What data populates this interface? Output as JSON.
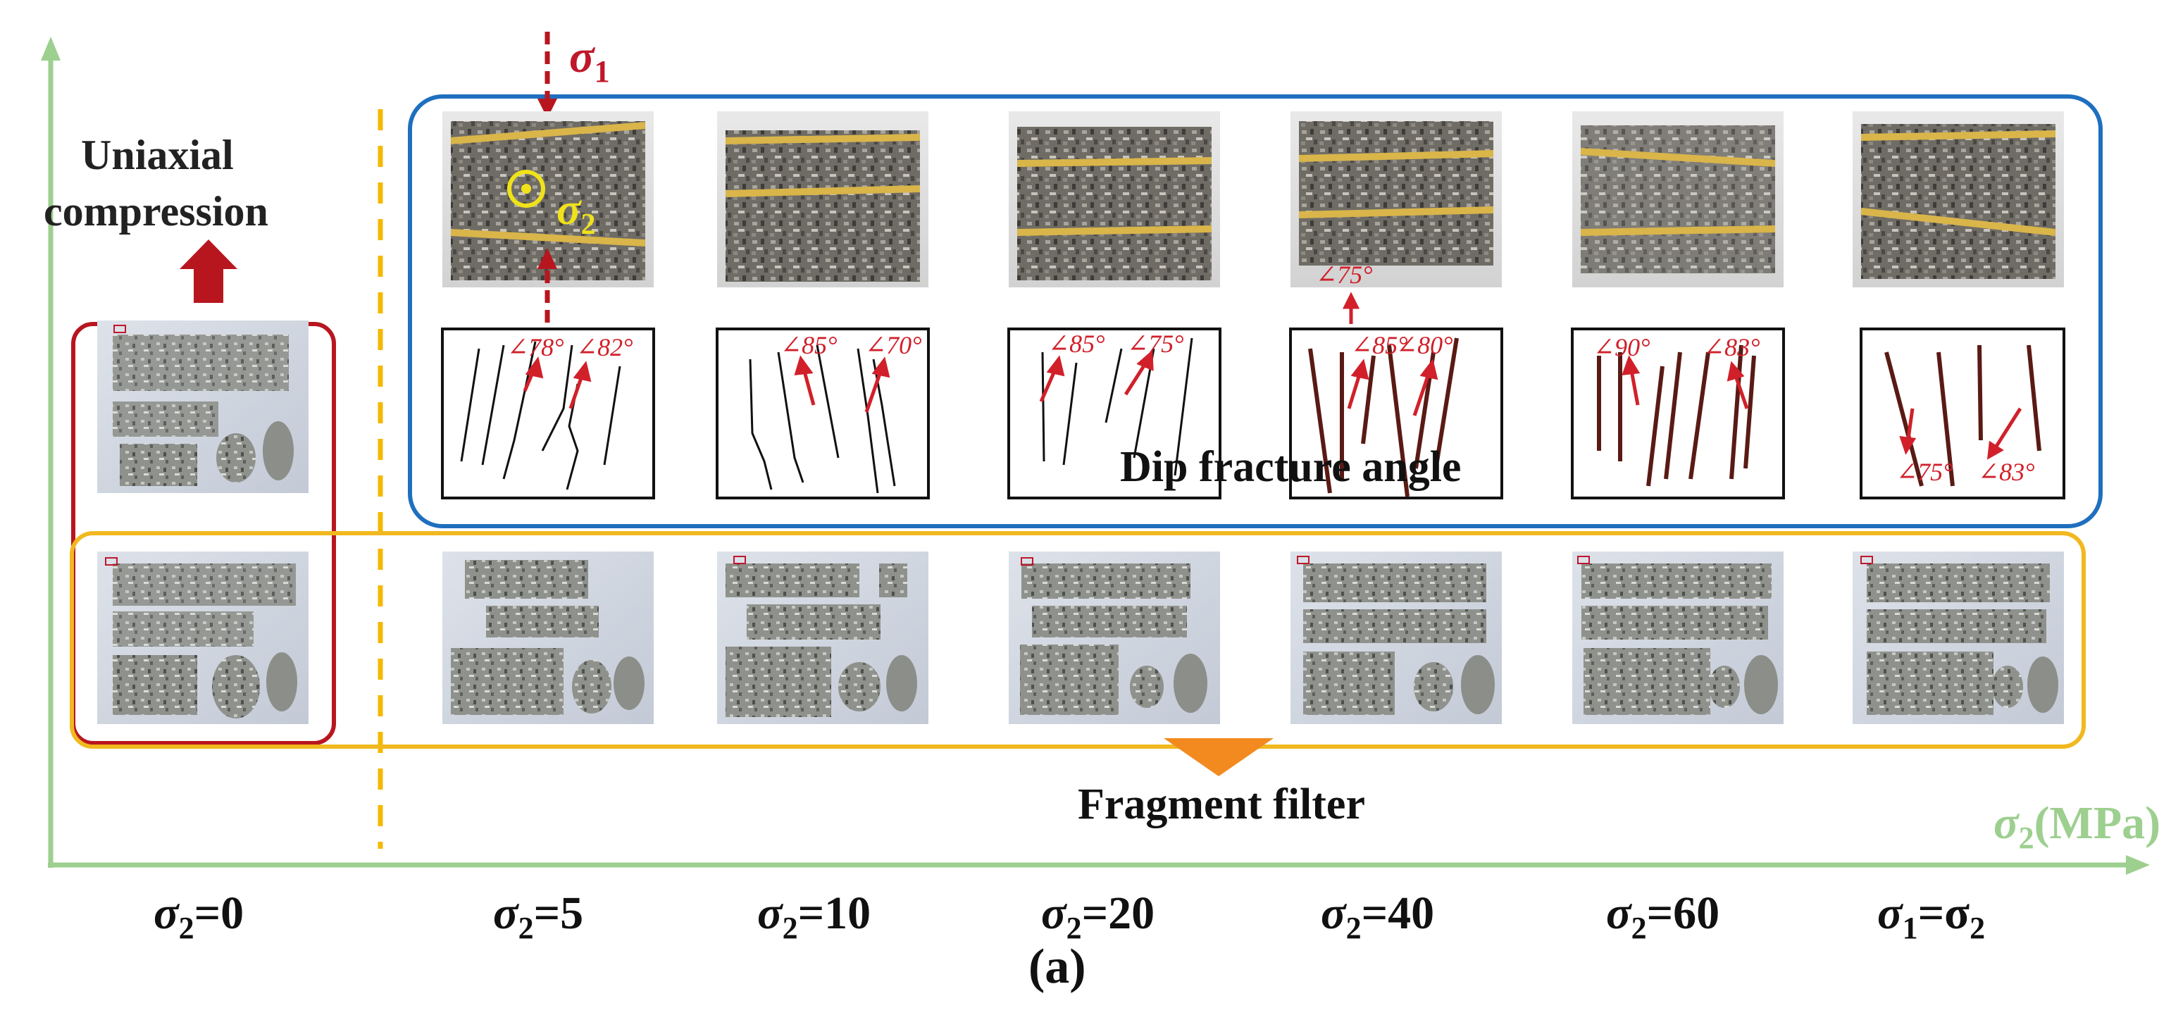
{
  "labels": {
    "uniaxial_line1": "Uniaxial",
    "uniaxial_line2": "compression",
    "dip_fracture": "Dip fracture angle",
    "fragment_filter": "Fragment filter",
    "axis_label": "σ2(MPa)",
    "sigma1_sym": "σ",
    "sigma1_sub": "1",
    "sigma2_sym": "σ",
    "sigma2_sub": "2",
    "subfigure": "(a)"
  },
  "columns": [
    {
      "id": "c0",
      "cap_sym": "σ",
      "cap_sub": "2",
      "cap_rest": "=0"
    },
    {
      "id": "c5",
      "cap_sym": "σ",
      "cap_sub": "2",
      "cap_rest": "=5",
      "angles": [
        "78°",
        "82°"
      ]
    },
    {
      "id": "c10",
      "cap_sym": "σ",
      "cap_sub": "2",
      "cap_rest": "=10",
      "angles": [
        "85°",
        "70°"
      ]
    },
    {
      "id": "c20",
      "cap_sym": "σ",
      "cap_sub": "2",
      "cap_rest": "=20",
      "angles": [
        "85°",
        "75°"
      ]
    },
    {
      "id": "c40",
      "cap_sym": "σ",
      "cap_sub": "2",
      "cap_rest": "=40",
      "angles": [
        "75°",
        "85°",
        "80°"
      ]
    },
    {
      "id": "c60",
      "cap_sym": "σ",
      "cap_sub": "2",
      "cap_rest": "=60",
      "angles": [
        "90°",
        "83°"
      ]
    },
    {
      "id": "ceq",
      "cap_sym": "σ",
      "cap_sub": "1",
      "cap_rest": "=σ",
      "cap_sub2": "2",
      "angles": [
        "75°",
        "83°"
      ]
    }
  ],
  "colors": {
    "axis": "#9dcf8f",
    "red_frame": "#b8161f",
    "blue_frame": "#1f6fbf",
    "yellow_frame": "#f1b81f",
    "yellow_divider": "#f5b800",
    "annot_red": "#d1202a",
    "sigma2_yellow": "#f0e21a",
    "orange_arrow": "#f28a1f"
  }
}
